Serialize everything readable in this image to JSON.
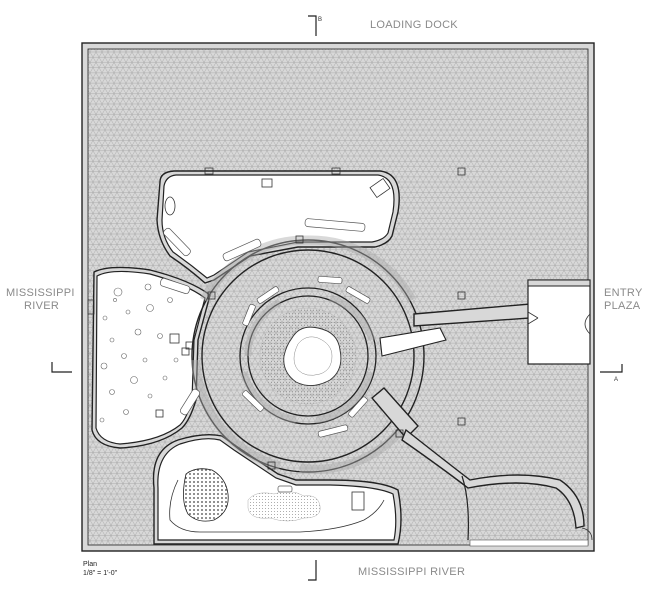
{
  "labels": {
    "loading_dock": "LOADING DOCK",
    "west_river_line1": "MISSISSIPPI",
    "west_river_line2": "RIVER",
    "south_river": "MISSISSIPPI RIVER",
    "entry_line1": "ENTRY",
    "entry_line2": "PLAZA",
    "plan_title": "Plan",
    "plan_scale": "1/8\" = 1'-0\"",
    "section_b": "B",
    "section_a": "A"
  },
  "colors": {
    "line": "#222222",
    "hatch": "#9a9a9a",
    "label": "#8a8a8a",
    "wall_fill": "#d8d8d8"
  }
}
